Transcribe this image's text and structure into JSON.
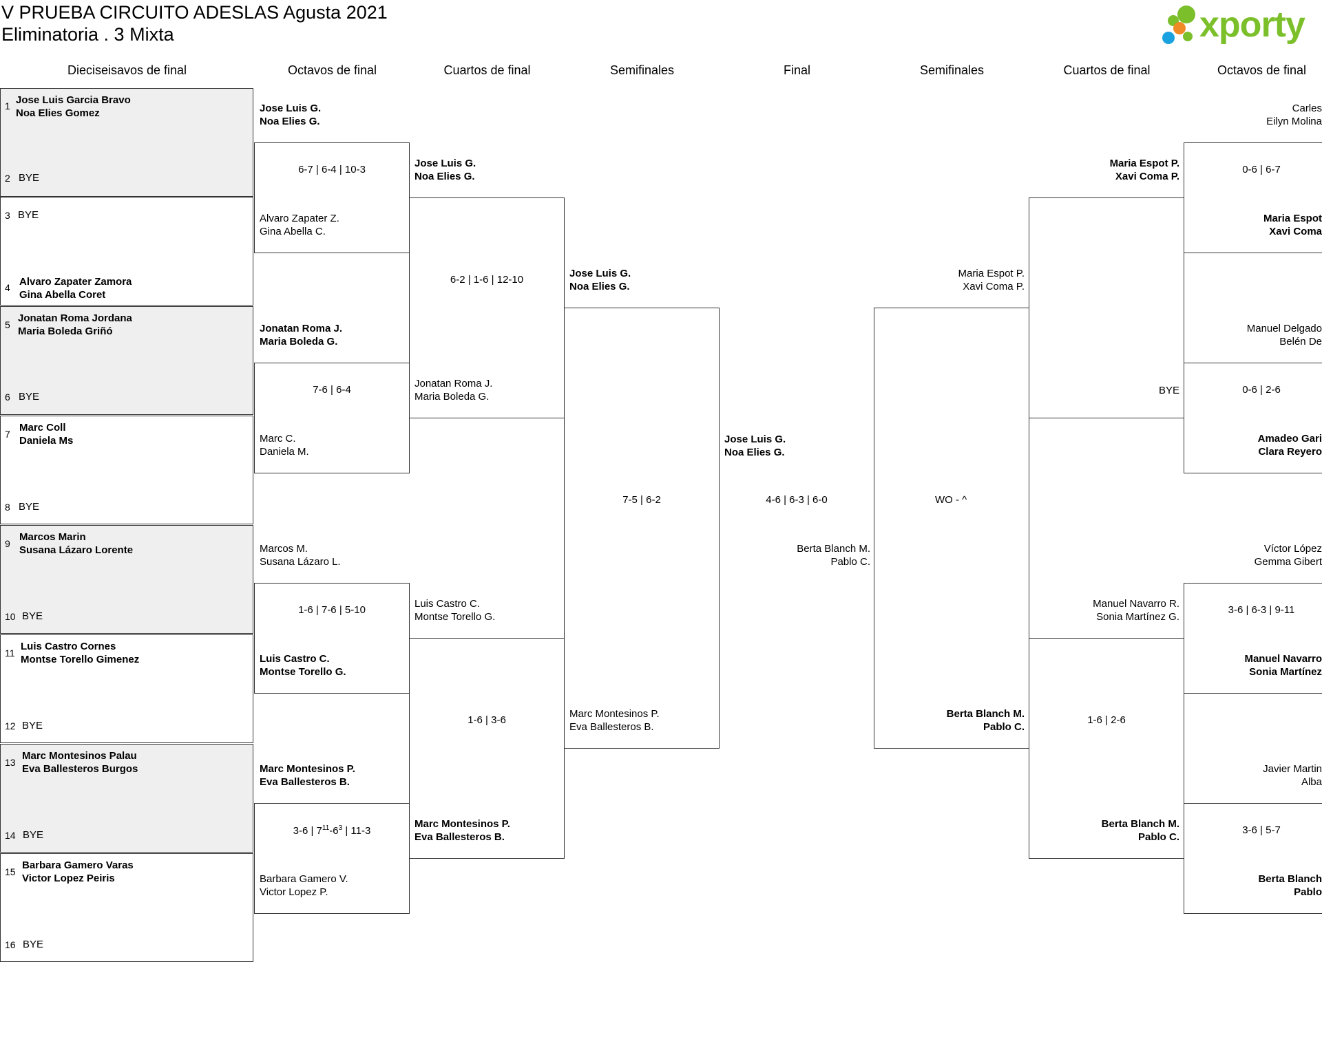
{
  "header": {
    "title": "V PRUEBA CIRCUITO ADESLAS Agusta 2021",
    "subtitle": "Eliminatoria . 3 Mixta",
    "logo": "xporty"
  },
  "columns": [
    "Dieciseisavos de final",
    "Octavos de final",
    "Cuartos de final",
    "Semifinales",
    "Final",
    "Semifinales",
    "Cuartos de final",
    "Octavos de final"
  ],
  "entries": [
    {
      "seed": "1",
      "p1": "Jose Luis Garcia Bravo",
      "p2": "Noa Elies Gomez"
    },
    {
      "seed": "2",
      "p1": "BYE",
      "p2": ""
    },
    {
      "seed": "3",
      "p1": "BYE",
      "p2": ""
    },
    {
      "seed": "4",
      "p1": "Alvaro Zapater Zamora",
      "p2": "Gina Abella Coret"
    },
    {
      "seed": "5",
      "p1": "Jonatan Roma Jordana",
      "p2": "Maria Boleda Griñó"
    },
    {
      "seed": "6",
      "p1": "BYE",
      "p2": ""
    },
    {
      "seed": "7",
      "p1": "Marc Coll",
      "p2": "Daniela Ms"
    },
    {
      "seed": "8",
      "p1": "BYE",
      "p2": ""
    },
    {
      "seed": "9",
      "p1": "Marcos Marin",
      "p2": "Susana Lázaro Lorente"
    },
    {
      "seed": "10",
      "p1": "BYE",
      "p2": ""
    },
    {
      "seed": "11",
      "p1": "Luis Castro Cornes",
      "p2": "Montse Torello Gimenez"
    },
    {
      "seed": "12",
      "p1": "BYE",
      "p2": ""
    },
    {
      "seed": "13",
      "p1": "Marc Montesinos Palau",
      "p2": "Eva Ballesteros Burgos"
    },
    {
      "seed": "14",
      "p1": "BYE",
      "p2": ""
    },
    {
      "seed": "15",
      "p1": "Barbara Gamero Varas",
      "p2": "Victor Lopez Peiris"
    },
    {
      "seed": "16",
      "p1": "BYE",
      "p2": ""
    }
  ],
  "left": {
    "r16": [
      {
        "p1": "Jose Luis G.",
        "p2": "Noa Elies G."
      },
      {
        "p1": "Alvaro Zapater Z.",
        "p2": "Gina Abella C."
      },
      {
        "p1": "Jonatan Roma J.",
        "p2": "Maria Boleda G."
      },
      {
        "p1": "Marc C.",
        "p2": "Daniela M."
      },
      {
        "p1": "Marcos M.",
        "p2": "Susana Lázaro L."
      },
      {
        "p1": "Luis Castro C.",
        "p2": "Montse Torello G."
      },
      {
        "p1": "Marc Montesinos P.",
        "p2": "Eva Ballesteros B."
      },
      {
        "p1": "Barbara Gamero V.",
        "p2": "Victor Lopez P."
      }
    ],
    "r16_scores": [
      "6-7 | 6-4 | 10-3",
      "7-6 | 6-4",
      "1-6 | 7-6 | 5-10",
      "3-6 | 7",
      "11",
      "-6",
      "3",
      " | 11-3"
    ],
    "qf": [
      {
        "p1": "Jose Luis G.",
        "p2": "Noa Elies G."
      },
      {
        "p1": "Jonatan Roma J.",
        "p2": "Maria Boleda G."
      },
      {
        "p1": "Luis Castro C.",
        "p2": "Montse Torello G."
      },
      {
        "p1": "Marc Montesinos P.",
        "p2": "Eva Ballesteros B."
      }
    ],
    "qf_scores": [
      "6-2 | 1-6 | 12-10",
      "1-6 | 3-6"
    ],
    "sf": [
      {
        "p1": "Jose Luis G.",
        "p2": "Noa Elies G."
      },
      {
        "p1": "Marc Montesinos P.",
        "p2": "Eva Ballesteros B."
      }
    ],
    "sf_score": "7-5 | 6-2",
    "final_top": {
      "p1": "Jose Luis G.",
      "p2": "Noa Elies G."
    },
    "final_score": "4-6 | 6-3 | 6-0",
    "final_bottom": {
      "p1": "Berta Blanch M.",
      "p2": "Pablo C."
    }
  },
  "right": {
    "sf_score": "WO - ^",
    "sf": [
      {
        "p1": "Maria Espot P.",
        "p2": "Xavi Coma P."
      },
      {
        "p1": "Berta Blanch M.",
        "p2": "Pablo C."
      }
    ],
    "qf": [
      {
        "p1": "Maria Espot P.",
        "p2": "Xavi Coma P."
      },
      {
        "p1": "BYE",
        "p2": ""
      },
      {
        "p1": "Manuel Navarro R.",
        "p2": "Sonia Martínez G."
      },
      {
        "p1": "Berta Blanch M.",
        "p2": "Pablo C."
      }
    ],
    "qf_score": "1-6 | 2-6",
    "r16": [
      {
        "p1": "Carles",
        "p2": "Eilyn Molina"
      },
      {
        "p1": "Maria Espot",
        "p2": "Xavi Coma"
      },
      {
        "p1": "Manuel Delgado",
        "p2": "Belén De"
      },
      {
        "p1": "Amadeo Gari",
        "p2": "Clara Reyero"
      },
      {
        "p1": "Víctor López",
        "p2": "Gemma Gibert"
      },
      {
        "p1": "Manuel Navarro",
        "p2": "Sonia Martínez"
      },
      {
        "p1": "Javier Martin",
        "p2": "Alba"
      },
      {
        "p1": "Berta Blanch",
        "p2": "Pablo"
      }
    ],
    "r16_scores": [
      "0-6 | 6-7",
      "0-6 | 2-6",
      "3-6 | 6-3 | 9-11",
      "3-6 | 5-7"
    ]
  },
  "colors": {
    "logo_green": "#7bbf2a",
    "logo_blue": "#1aa1e0",
    "logo_orange": "#f08a24",
    "shade": "#efefef",
    "line": "#333333"
  }
}
